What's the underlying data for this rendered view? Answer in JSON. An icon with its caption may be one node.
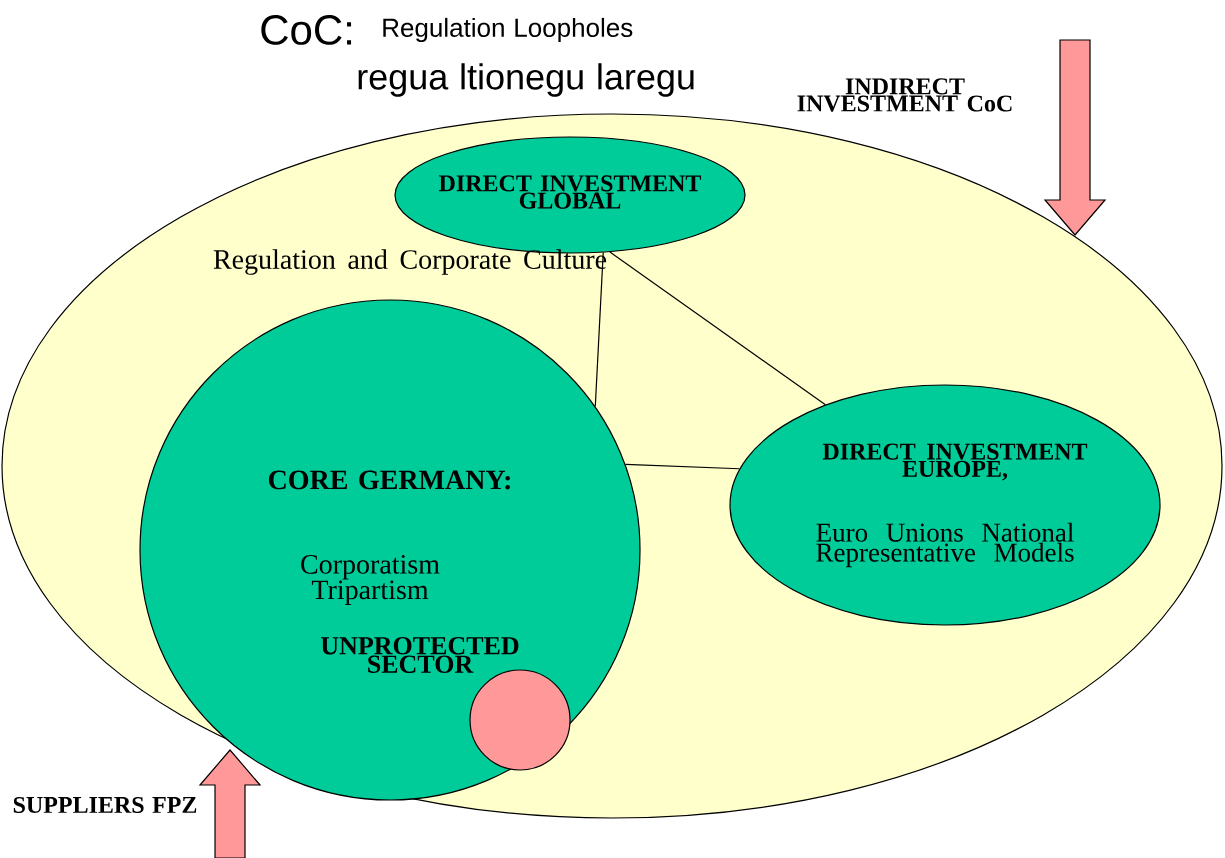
{
  "diagram": {
    "nodes": [
      {
        "text": [],
        "shape": "ellipse"
      },
      {
        "text": [
          "DIRECT INVESTMENT GLOBAL",
          "Regulation and Corporate Culture"
        ],
        "in": 0
      },
      {
        "text": [
          "CORE GERMANY:",
          "Corporatism Tripartism"
        ],
        "in": 0
      },
      {
        "text": [
          "UNPROTECTED SECTOR"
        ],
        "in": 2
      },
      {
        "text": [
          "DIRECT INVESTMENT EUROPE,",
          "Euro Unions National Representative Models"
        ],
        "in": 0
      },
      {
        "text": [
          "INDIRECT INVESTMENT CoC"
        ]
      },
      {
        "text": [
          "SUPPLIERS FPZ"
        ]
      }
    ],
    "edges": [
      {
        "from": 1,
        "to": 2,
        "arrow": "none"
      },
      {
        "from": 1,
        "to": 4,
        "arrow": "none"
      },
      {
        "from": 2,
        "to": 4,
        "arrow": "none"
      }
    ],
    "labels": [
      "CoC:",
      "Regulation Loopholes",
      "regua ltionegu laregu"
    ]
  }
}
